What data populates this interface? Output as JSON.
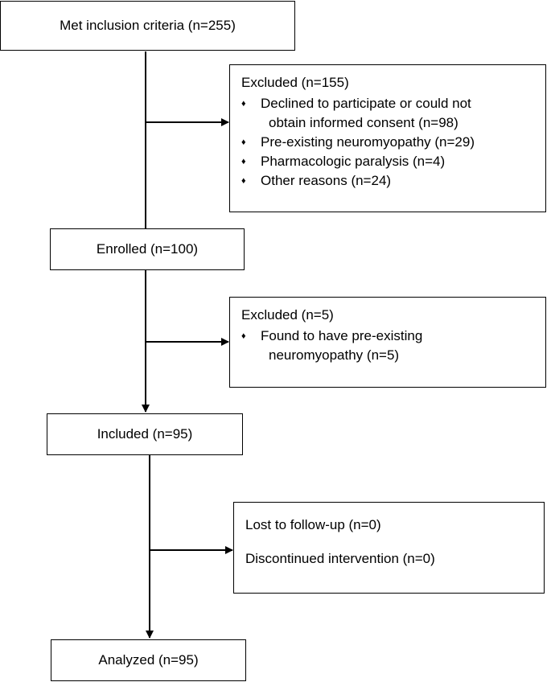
{
  "boxes": {
    "met": "Met inclusion criteria (n=255)",
    "excluded1": {
      "title": "Excluded (n=155)",
      "items": [
        {
          "line1": "Declined to participate or could not",
          "line2": "obtain informed consent (n=98)"
        },
        {
          "line1": "Pre-existing neuromyopathy (n=29)",
          "line2": ""
        },
        {
          "line1": "Pharmacologic paralysis (n=4)",
          "line2": ""
        },
        {
          "line1": "Other reasons (n=24)",
          "line2": ""
        }
      ]
    },
    "enrolled": "Enrolled (n=100)",
    "excluded2": {
      "title": "Excluded (n=5)",
      "items": [
        {
          "line1": "Found to have pre-existing",
          "line2": "neuromyopathy (n=5)"
        }
      ]
    },
    "included": "Included (n=95)",
    "followup": {
      "lines": [
        "Lost to follow-up (n=0)",
        "Discontinued intervention (n=0)"
      ]
    },
    "analyzed": "Analyzed (n=95)"
  },
  "bullet_glyph": "♦",
  "colors": {
    "line": "#000000",
    "background": "#ffffff"
  }
}
